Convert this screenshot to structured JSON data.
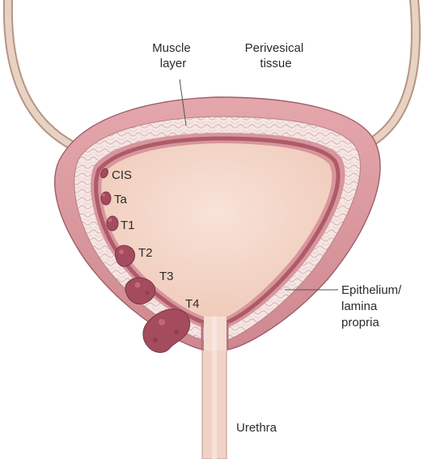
{
  "labels": {
    "muscle_layer": [
      "Muscle",
      "layer"
    ],
    "perivesical_tissue": [
      "Perivesical",
      "tissue"
    ],
    "epithelium": [
      "Epithelium/",
      "lamina",
      "propria"
    ],
    "urethra": "Urethra"
  },
  "stages": [
    "CIS",
    "Ta",
    "T1",
    "T2",
    "T3",
    "T4"
  ],
  "colors": {
    "outer_wall": "#d99aa0",
    "outer_wall_edge": "#9c5d66",
    "muscle_band": "#f3e4e1",
    "lumen": "#f5d8cd",
    "epithelium_line": "#b5646f",
    "tumor": "#a54c5e",
    "ureter": "#e2c9b9"
  }
}
